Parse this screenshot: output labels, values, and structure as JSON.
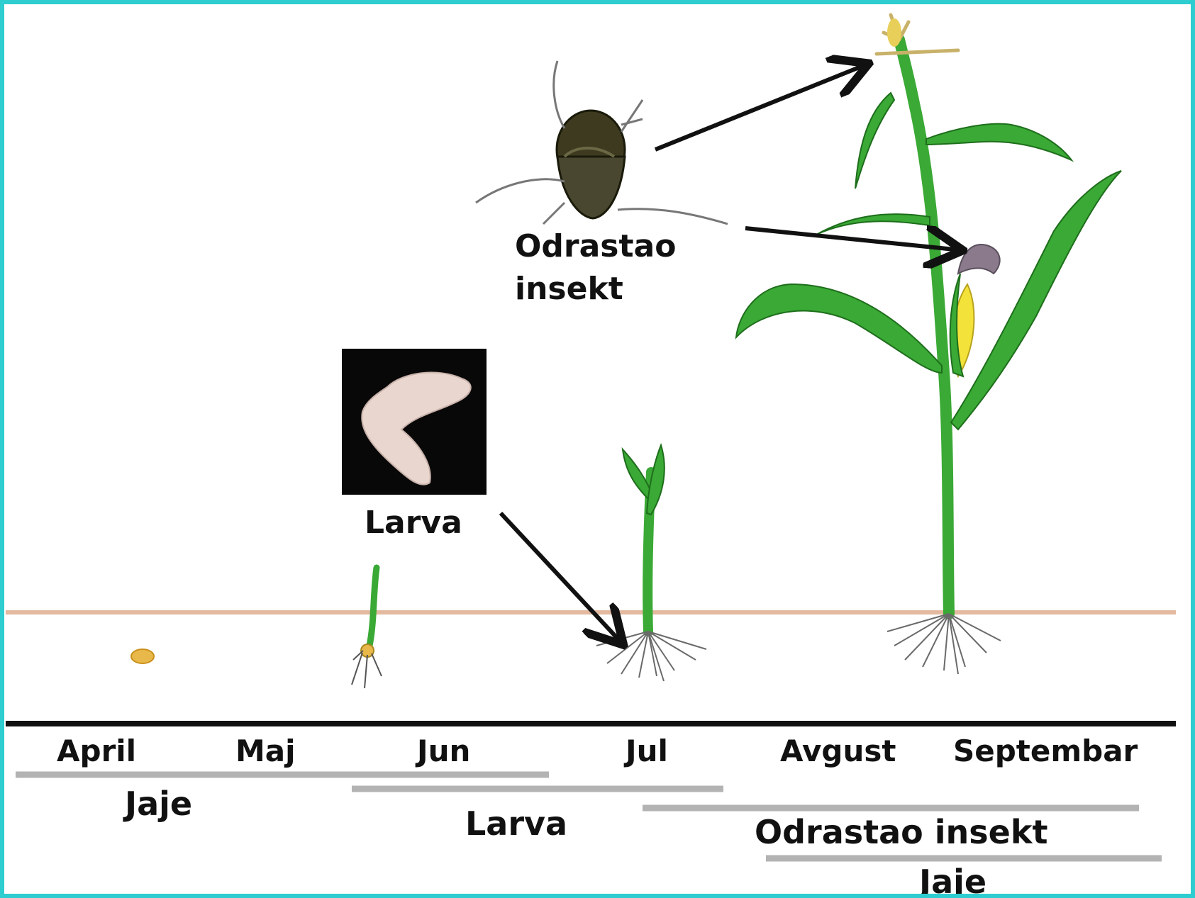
{
  "figure": {
    "labels": {
      "adult": [
        "Odrastao",
        "insekt"
      ],
      "larva_photo": "Larva"
    },
    "months": [
      "April",
      "Maj",
      "Jun",
      "Jul",
      "Avgust",
      "Septembar"
    ],
    "stages": [
      {
        "label": "Jaje"
      },
      {
        "label": "Larva"
      },
      {
        "label": "Odrastao insekt"
      },
      {
        "label": "Jaje"
      }
    ],
    "colors": {
      "frame": "#2ecdd0",
      "soil_line": "#e3b9a0",
      "plant_green": "#3aa935",
      "corn_cob": "#f3e23a",
      "stage_bar": "#b3b3b3"
    }
  }
}
